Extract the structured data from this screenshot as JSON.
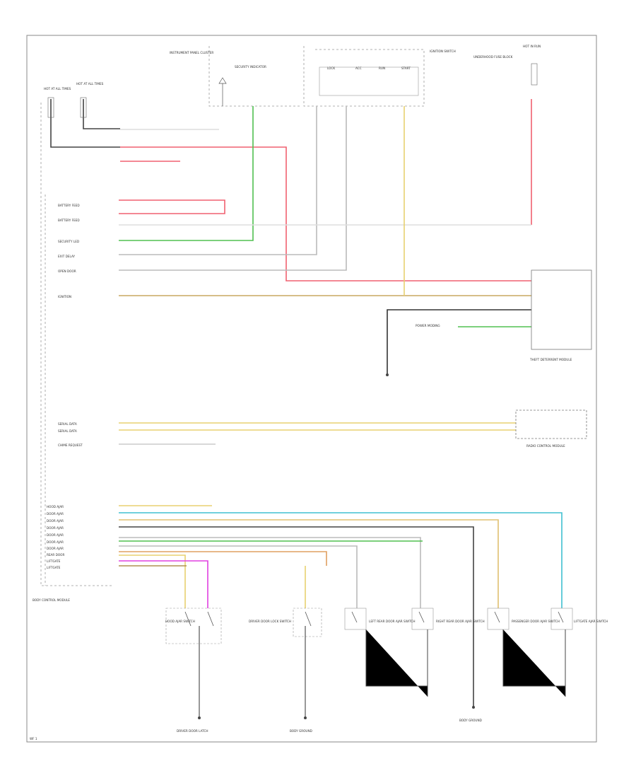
{
  "colors": {
    "red": "#f06070",
    "green": "#50c050",
    "yellow": "#e8d070",
    "orange": "#e0a060",
    "pink": "#e040e0",
    "cyan": "#40c0d0",
    "brown": "#8a7040",
    "tan": "#d0b060",
    "gray": "#999999",
    "black": "#333333"
  },
  "footer": {
    "page_code": "WF 1"
  },
  "top_components": {
    "instrument_cluster": "INSTRUMENT PANEL CLUSTER",
    "security_indicator": "SECURITY INDICATOR",
    "ignition_switch": "IGNITION SWITCH",
    "switch_positions": [
      "LOCK",
      "ACC",
      "RUN",
      "START"
    ],
    "fuse_left_1": "HOT AT ALL TIMES",
    "fuse_left_2": "HOT AT ALL TIMES",
    "fuse_right": "HOT IN RUN",
    "fuse_block_right": "UNDERHOOD FUSE BLOCK"
  },
  "bcm_connector_labels": [
    "BATTERY FEED",
    "BATTERY FEED",
    "SECURITY LED",
    "EXIT DELAY",
    "OPEN DOOR",
    "IGNITION"
  ],
  "power_mode_label": "POWER MODING",
  "serial_labels": [
    "SERIAL DATA",
    "SERIAL DATA"
  ],
  "chime_label": "CHIME REQUEST",
  "bottom_connector_labels": [
    "HOOD AJAR",
    "DOOR AJAR",
    "DOOR AJAR",
    "DOOR AJAR",
    "DOOR AJAR",
    "DOOR AJAR",
    "DOOR AJAR",
    "REAR DOOR",
    "LIFTGATE",
    "LIFTGATE"
  ],
  "bottom_switches": [
    "HOOD AJAR SWITCH",
    "DRIVER DOOR LOCK SWITCH",
    "LEFT REAR DOOR AJAR SWITCH",
    "RIGHT REAR DOOR AJAR SWITCH",
    "PASSENGER DOOR AJAR SWITCH",
    "LIFTGATE AJAR SWITCH"
  ],
  "grounds": [
    "DRIVER DOOR LATCH",
    "BODY GROUND",
    "BODY GROUND"
  ],
  "right_modules": {
    "theft_module": "THEFT DETERRENT MODULE",
    "radio_module": "RADIO CONTROL MODULE"
  },
  "bcm_label": "BODY CONTROL MODULE"
}
